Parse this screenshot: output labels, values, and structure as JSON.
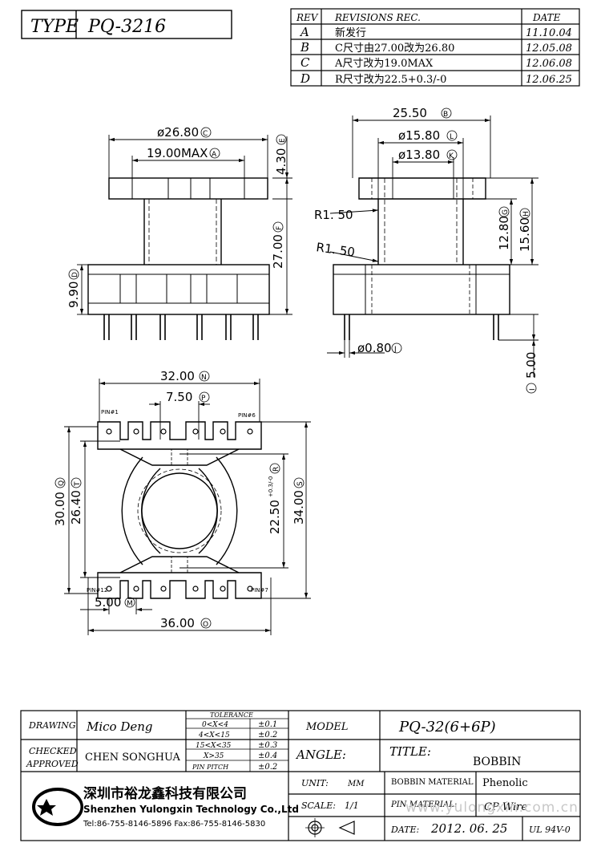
{
  "header": {
    "type_label": "TYPE",
    "type_value": "PQ-3216"
  },
  "revisions": {
    "col_rev": "REV",
    "col_rec": "REVISIONS REC.",
    "col_date": "DATE",
    "rows": [
      {
        "rev": "A",
        "rec": "新发行",
        "date": "11.10.04"
      },
      {
        "rev": "B",
        "rec": "C尺寸由27.00改为26.80",
        "date": "12.05.08"
      },
      {
        "rev": "C",
        "rec": "A尺寸改为19.0MAX",
        "date": "12.06.08"
      },
      {
        "rev": "D",
        "rec": "R尺寸改为22.5+0.3/-0",
        "date": "12.06.25"
      }
    ]
  },
  "front_view": {
    "dim_c": "ø26.80",
    "tag_c": "C",
    "dim_a": "19.00MAX",
    "tag_a": "A",
    "dim_e": "4.30",
    "tag_e": "E",
    "dim_f": "27.00",
    "tag_f": "F",
    "dim_d": "9.90",
    "tag_d": "D"
  },
  "side_view": {
    "dim_b": "25.50",
    "tag_b": "B",
    "dim_l": "ø15.80",
    "tag_l": "L",
    "dim_k": "ø13.80",
    "tag_k": "K",
    "r1": "R1. 50",
    "r2": "R1. 50",
    "dim_g": "12.80",
    "tag_g": "G",
    "dim_h": "15.60",
    "tag_h": "H",
    "dim_j": "ø0.80",
    "tag_j": "J",
    "dim_i": "5.00",
    "tag_i": "I"
  },
  "bottom_view": {
    "dim_n": "32.00",
    "tag_n": "N",
    "dim_p": "7.50",
    "tag_p": "P",
    "pin1": "PIN#1",
    "pin6": "PIN#6",
    "pin7": "PIN#7",
    "pin12": "PIN#12",
    "dim_q": "30.00",
    "tag_q": "Q",
    "dim_t": "26.40",
    "tag_t": "T",
    "dim_r": "22.50",
    "tol_r": "+0.3/-0",
    "tag_r": "R",
    "dim_s": "34.00",
    "tag_s": "S",
    "dim_m": "5.00",
    "tag_m": "M",
    "dim_o": "36.00",
    "tag_o": "O"
  },
  "title_block": {
    "drawing_label": "DRAWING",
    "drawing_value": "Mico Deng",
    "checked_label": "CHECKED",
    "approved_label": "APPROVED",
    "approved_value": "CHEN SONGHUA",
    "tolerance_label": "TOLERANCE",
    "tolerances": [
      {
        "range": "0<X<4",
        "tol": "±0.1"
      },
      {
        "range": "4<X<15",
        "tol": "±0.2"
      },
      {
        "range": "15<X<35",
        "tol": "±0.3"
      },
      {
        "range": "X>35",
        "tol": "±0.4"
      },
      {
        "range": "PIN PITCH",
        "tol": "±0.2"
      }
    ],
    "model_label": "MODEL",
    "model_value": "PQ-32(6+6P)",
    "angle_label": "ANGLE:",
    "title_label": "TITLE:",
    "title_value": "BOBBIN",
    "unit_label": "UNIT:",
    "unit_value": "MM",
    "scale_label": "SCALE:",
    "scale_value": "1/1",
    "bobbin_mat_label": "BOBBIN MATERIAL",
    "bobbin_mat_value": "Phenolic",
    "pin_mat_label": "PIN MATERIAL:",
    "pin_mat_value": "CP Wire",
    "date_label": "DATE:",
    "date_value": "2012. 06. 25",
    "ul_value": "UL 94V-0",
    "company_cn": "深圳市裕龙鑫科技有限公司",
    "company_en": "Shenzhen Yulongxin Technology Co.,Ltd",
    "contact": "Tel:86-755-8146-5896  Fax:86-755-8146-5830",
    "watermark": "www.yulongxin.com.cn"
  }
}
